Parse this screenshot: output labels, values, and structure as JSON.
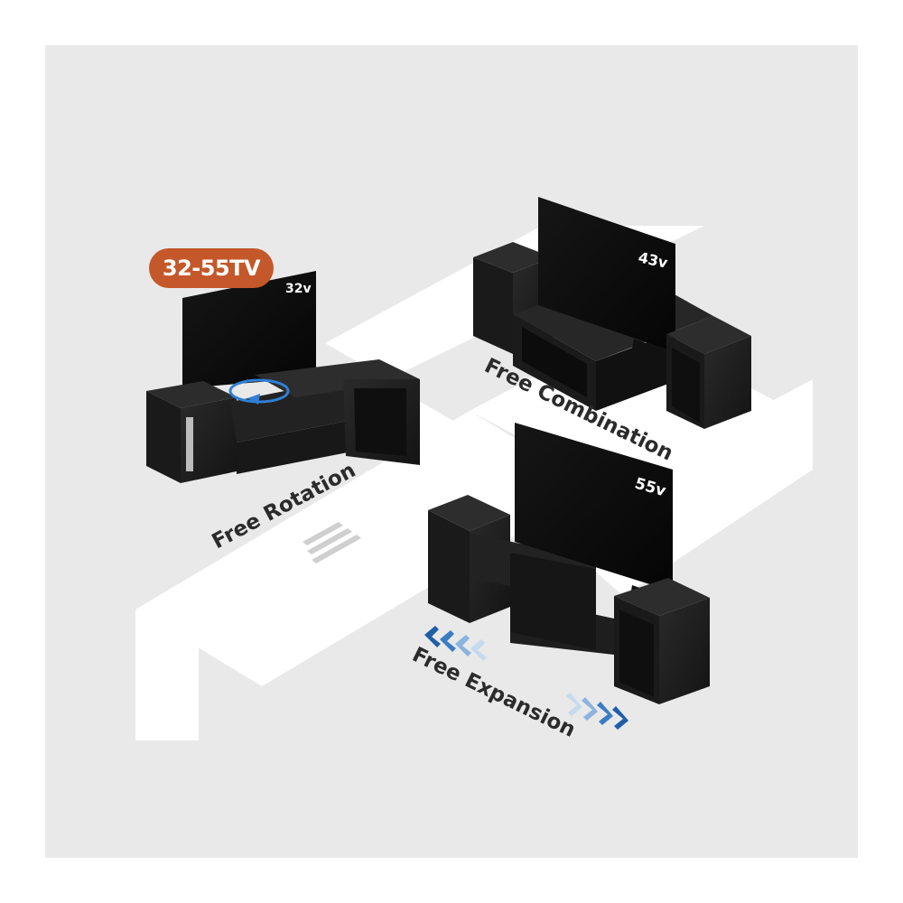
{
  "badge": {
    "label": "32-55TV",
    "color": "#c4582a"
  },
  "tv_sizes": {
    "small": "32v",
    "medium": "43v",
    "large": "55v"
  },
  "captions": {
    "rotation": "Free Rotation",
    "combination": "Free Combination",
    "expansion": "Free Expansion"
  },
  "colors": {
    "background": "#e9e9e9",
    "path": "#ffffff",
    "furniture": "#1c1c1c",
    "accent_blue": "#1f5fa8"
  }
}
